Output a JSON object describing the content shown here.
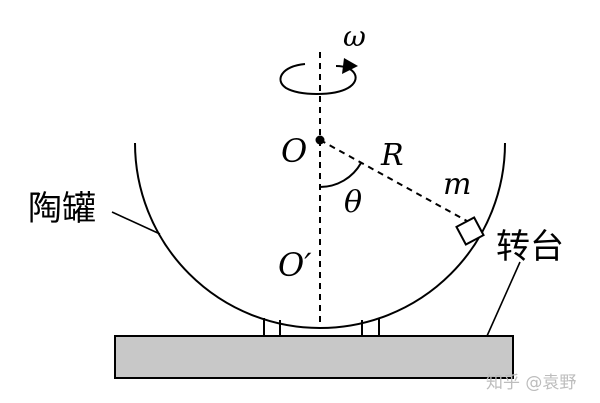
{
  "labels": {
    "omega": "ω",
    "center": "O",
    "radius": "R",
    "mass": "m",
    "angle": "θ",
    "bottom_point": "O′",
    "jar": "陶罐",
    "turntable": "转台"
  },
  "watermark": "知乎 @袁野",
  "colors": {
    "stroke": "#000000",
    "turntable_fill": "#c8c8c8",
    "watermark": "#bdbdbd"
  }
}
